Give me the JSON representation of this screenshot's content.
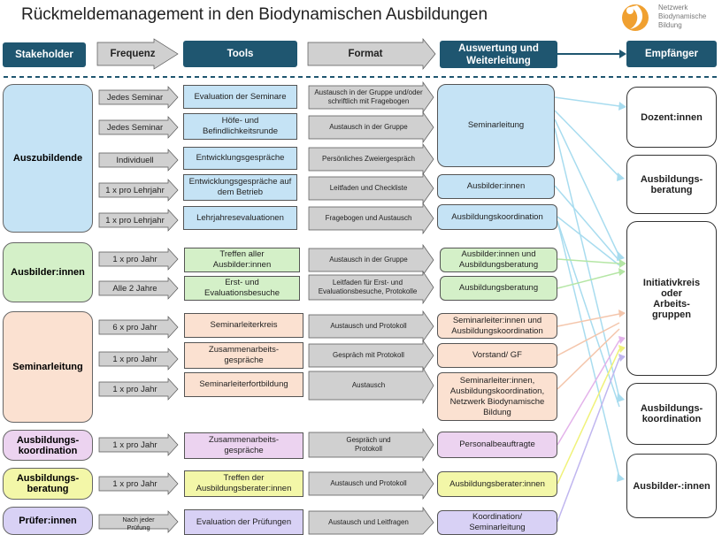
{
  "title": "Rückmeldemanagement in den Biodynamischen Ausbildungen",
  "logo": {
    "lines": [
      "Netzwerk",
      "Biodynamische",
      "Bildung"
    ],
    "colors": [
      "#f0a030",
      "#e86a1e"
    ]
  },
  "headers": {
    "stakeholder": "Stakeholder",
    "frequenz": "Frequenz",
    "tools": "Tools",
    "format": "Format",
    "auswertung": "Auswertung und Weiterleitung",
    "empfaenger": "Empfänger"
  },
  "stakeholders": [
    "Auszubildende",
    "Ausbilder:innen",
    "Seminarleitung",
    "Ausbildungs-koordination",
    "Ausbildungs-beratung",
    "Prüfer:innen"
  ],
  "rows": [
    {
      "frequency": "Jedes Seminar",
      "tool": "Evaluation der Seminare",
      "format": "Austausch in der Gruppe und/oder schriftlich mit Fragebogen"
    },
    {
      "frequency": "Jedes Seminar",
      "tool": "Höfe- und Befindlichkeitsrunde",
      "format": "Austausch in der Gruppe"
    },
    {
      "frequency": "Individuell",
      "tool": "Entwicklungsgespräche",
      "format": "Persönliches Zweiergespräch"
    },
    {
      "frequency": "1 x pro Lehrjahr",
      "tool": "Entwicklungsgespräche auf dem Betrieb",
      "format": "Leitfaden und Checkliste"
    },
    {
      "frequency": "1 x pro Lehrjahr",
      "tool": "Lehrjahresevaluationen",
      "format": "Fragebogen und Austausch"
    },
    {
      "frequency": "1 x pro Jahr",
      "tool": "Treffen aller Ausbilder:innen",
      "format": "Austausch in der Gruppe"
    },
    {
      "frequency": "Alle 2 Jahre",
      "tool": "Erst- und Evaluationsbesuche",
      "format": "Leitfaden für Erst- und Evaluationsbesuche, Protokolle"
    },
    {
      "frequency": "6 x pro Jahr",
      "tool": "Seminarleiterkreis",
      "format": "Austausch und Protokoll"
    },
    {
      "frequency": "1 x pro Jahr",
      "tool": "Zusammenarbeits-gespräche",
      "format": "Gespräch mit Protokoll"
    },
    {
      "frequency": "1 x pro Jahr",
      "tool": "Seminarleiterfortbildung",
      "format": "Austausch"
    },
    {
      "frequency": "1 x pro Jahr",
      "tool": "Zusammenarbeits-gespräche",
      "format": "Gespräch und Protokoll"
    },
    {
      "frequency": "1 x pro Jahr",
      "tool": "Treffen der Ausbildungsberater:innen",
      "format": "Austausch und Protokoll"
    },
    {
      "frequency": "Nach jeder Prüfung",
      "tool": "Evaluation der Prüfungen",
      "format": "Austausch und Leitfragen"
    }
  ],
  "outputs": [
    "Seminarleitung",
    "Ausbilder:innen",
    "Ausbildungskoordination",
    "Ausbilder:innen und Ausbildungsberatung",
    "Ausbildungsberatung",
    "Seminarleiter:innen und Ausbildungskoordination",
    "Vorstand/ GF",
    "Seminarleiter:innen, Ausbildungskoordination, Netzwerk Biodynamische Bildung",
    "Personalbeauftragte",
    "Ausbildungsberater:innen",
    "Koordination/ Seminarleitung"
  ],
  "recipients": [
    "Dozent:innen",
    "Ausbildungs-beratung",
    "Initiativkreis oder Arbeits-gruppen",
    "Ausbildungs-koordination",
    "Ausbilder-:innen"
  ],
  "colors": {
    "header": "#1f5670",
    "auszubildende": "#c5e3f5",
    "ausbilder": "#d4f0c8",
    "seminarleitung": "#fbe1d1",
    "koordination": "#ecd3f0",
    "beratung": "#f3f7a8",
    "pruefer": "#d8d1f5",
    "arrow": "#d0d0d0"
  }
}
